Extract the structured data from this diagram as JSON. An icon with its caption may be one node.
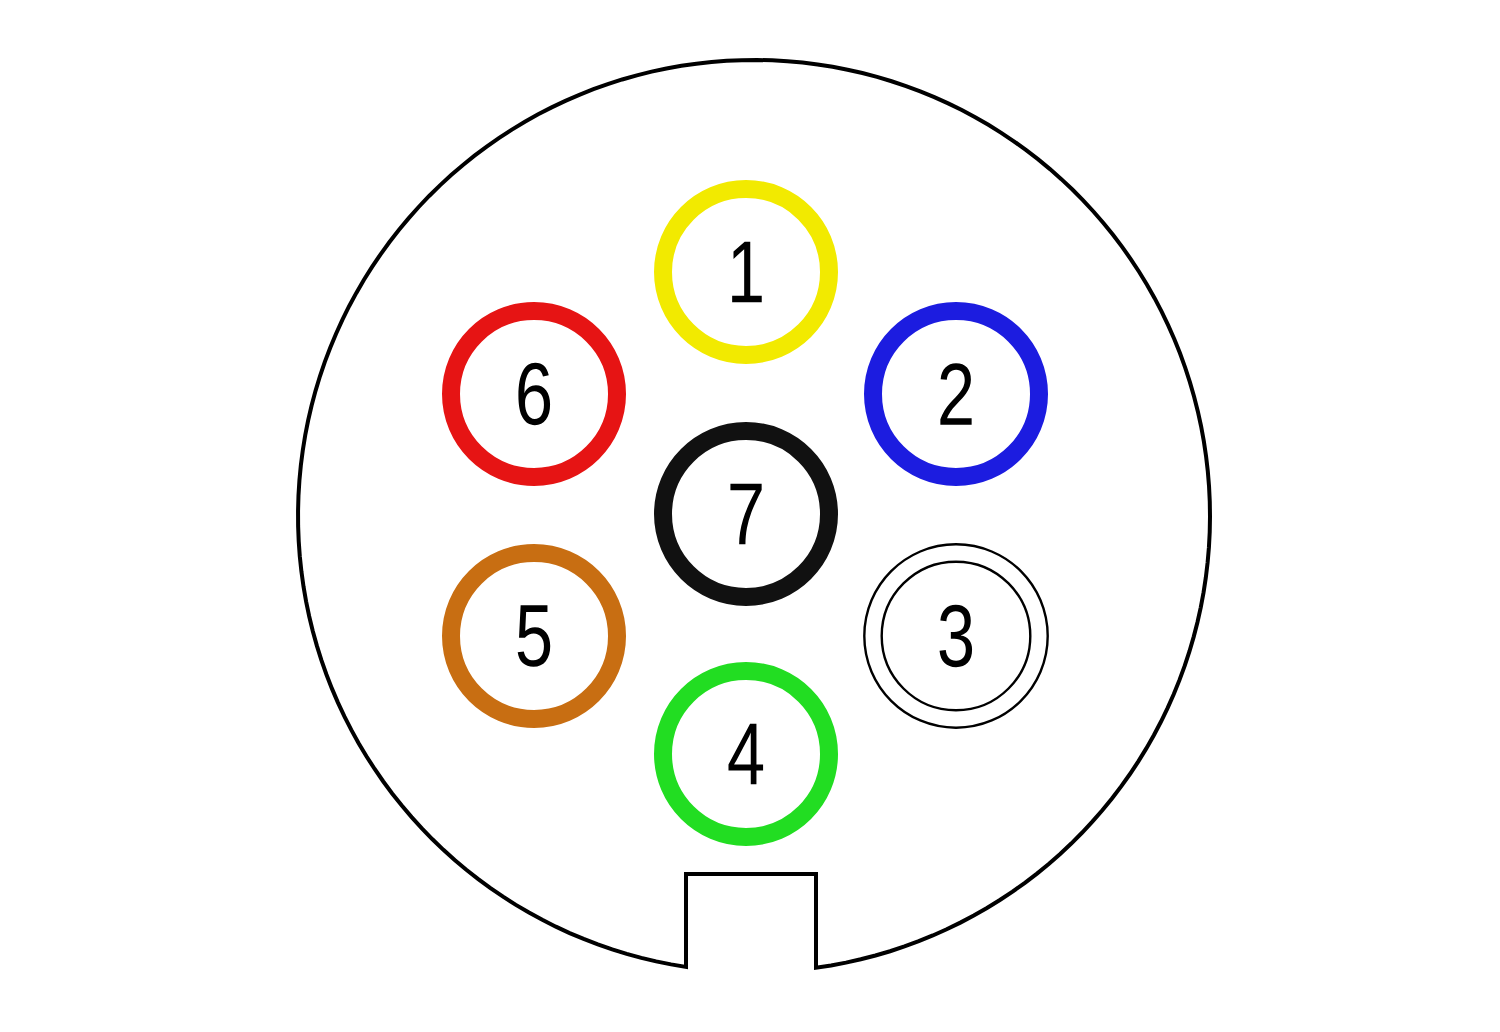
{
  "diagram": {
    "nodes": [
      {
        "text": [],
        "shape": "circle"
      },
      {
        "text": [
          "1"
        ],
        "in": 0
      },
      {
        "text": [
          "2"
        ],
        "in": 0
      },
      {
        "text": [
          "3"
        ],
        "in": 0
      },
      {
        "text": [
          "4"
        ],
        "in": 0
      },
      {
        "text": [
          "5"
        ],
        "in": 0
      },
      {
        "text": [
          "6"
        ],
        "in": 0
      },
      {
        "text": [
          "7"
        ],
        "in": 0
      }
    ]
  }
}
